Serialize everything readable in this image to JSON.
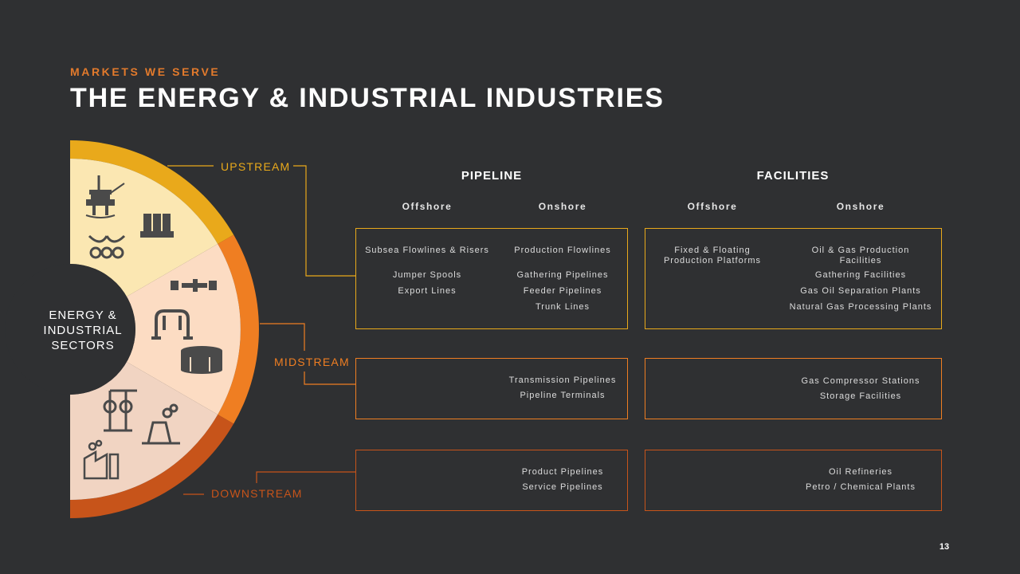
{
  "header": {
    "subtitle": "MARKETS WE SERVE",
    "title": "THE ENERGY & INDUSTRIAL INDUSTRIES"
  },
  "colors": {
    "background": "#2f3032",
    "accent": "#e27a2c",
    "upstream": "#e9a91b",
    "midstream": "#ef7e22",
    "downstream": "#c7541a",
    "upstream_fill": "#fbe7b2",
    "midstream_fill": "#fcdcc3",
    "downstream_fill": "#f1d4c2"
  },
  "center": {
    "line1": "ENERGY &",
    "line2": "INDUSTRIAL",
    "line3": "SECTORS"
  },
  "stages": {
    "upstream": "UPSTREAM",
    "midstream": "MIDSTREAM",
    "downstream": "DOWNSTREAM"
  },
  "icons": [
    "offshore-rig-icon",
    "storage-tanks-icon",
    "subsea-pipes-icon",
    "pipeline-connector-icon",
    "pipe-loop-icon",
    "storage-tank-icon",
    "valves-icon",
    "cooling-tower-icon",
    "factory-icon"
  ],
  "columns": {
    "pipeline": "PIPELINE",
    "facilities": "FACILITIES",
    "pipeline_offshore": "Offshore",
    "pipeline_onshore": "Onshore",
    "facilities_offshore": "Offshore",
    "facilities_onshore": "Onshore"
  },
  "rows": {
    "upstream": {
      "pipeline_offshore": [
        "Subsea Flowlines & Risers",
        "Jumper Spools",
        "Export Lines"
      ],
      "pipeline_onshore": [
        "Production Flowlines",
        "Gathering Pipelines",
        "Feeder Pipelines",
        "Trunk Lines"
      ],
      "facilities_offshore": [
        "Fixed & Floating",
        "Production Platforms"
      ],
      "facilities_onshore": [
        "Oil & Gas Production",
        "Facilities",
        "Gathering Facilities",
        "Gas Oil Separation Plants",
        "Natural Gas Processing Plants"
      ]
    },
    "midstream": {
      "pipeline_onshore": [
        "Transmission Pipelines",
        "Pipeline Terminals"
      ],
      "facilities_onshore": [
        "Gas Compressor Stations",
        "Storage Facilities"
      ]
    },
    "downstream": {
      "pipeline_onshore": [
        "Product Pipelines",
        "Service Pipelines"
      ],
      "facilities_onshore": [
        "Oil Refineries",
        "Petro / Chemical Plants"
      ]
    }
  },
  "page_number": "13"
}
